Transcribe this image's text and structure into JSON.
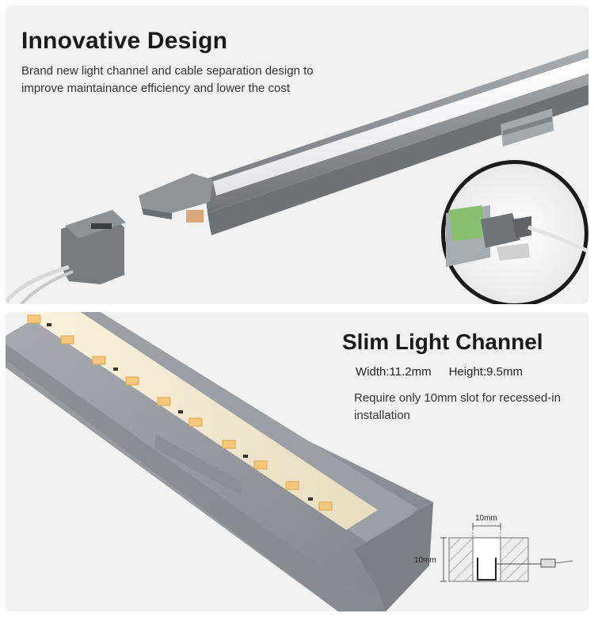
{
  "innovative": {
    "title": "Innovative Design",
    "description": "Brand new light channel and cable separation design to improve maintainance efficiency and lower the cost"
  },
  "slim": {
    "title": "Slim Light Channel",
    "width": "Width:11.2mm",
    "height": "Height:9.5mm",
    "description": "Require only 10mm slot for recessed-in installation",
    "diagram_width_label": "10mm",
    "diagram_height_label": "10mm"
  },
  "colors": {
    "panel_bg": "#f2f2f2",
    "aluminum": "#8c9196",
    "led_warm": "#f6e7b8"
  }
}
